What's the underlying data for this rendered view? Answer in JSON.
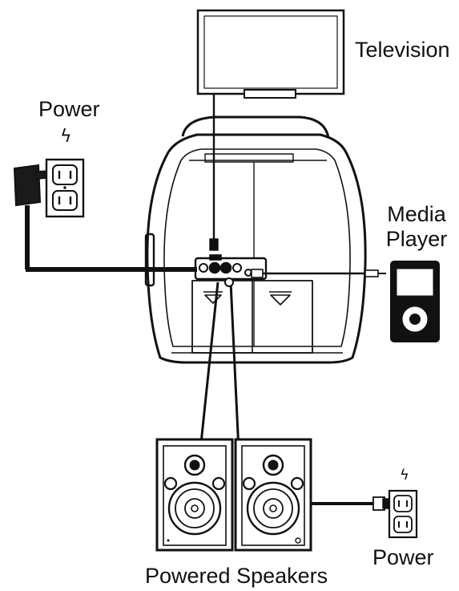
{
  "labels": {
    "television": "Television",
    "power_left": "Power",
    "media_player_line1": "Media",
    "media_player_line2": "Player",
    "power_right": "Power",
    "powered_speakers": "Powered Speakers"
  },
  "icons": {
    "bolt_left": "lightning-icon",
    "bolt_right": "lightning-icon",
    "bolt_glyph": "ϟ"
  },
  "colors": {
    "ink": "#111111",
    "background": "#ffffff",
    "fill_dark": "#1a1a1a"
  }
}
